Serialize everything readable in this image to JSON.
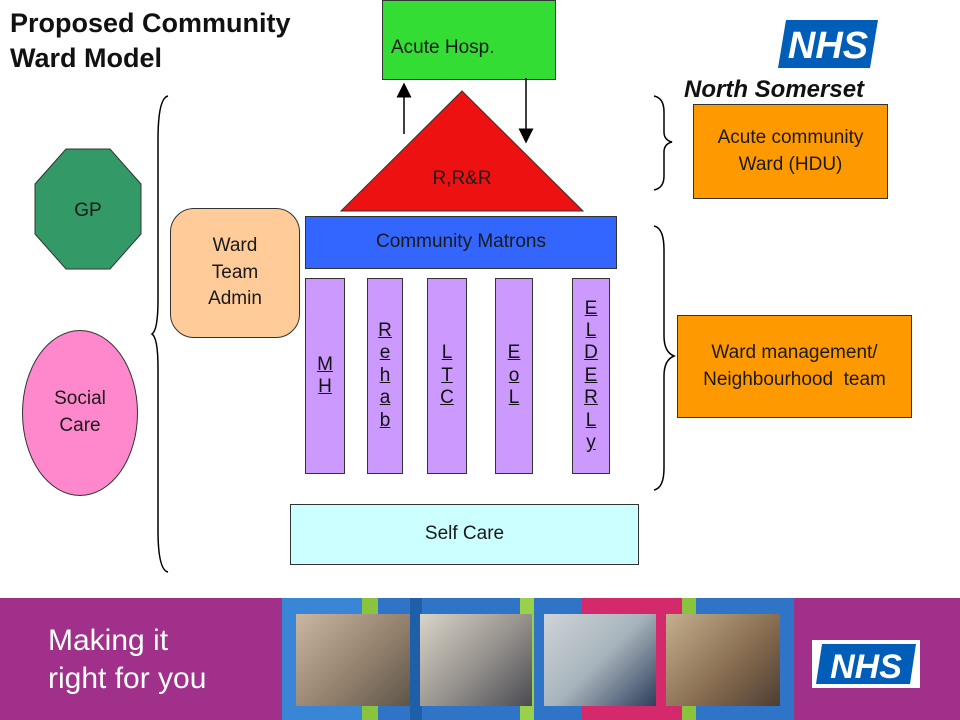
{
  "title": {
    "line1": "Proposed Community",
    "line2": "Ward Model"
  },
  "logo": {
    "nhs": "NHS",
    "org": "North Somerset"
  },
  "left": {
    "gp": "GP",
    "social_line1": "Social",
    "social_line2": "Care"
  },
  "admin": {
    "line1": "Ward",
    "line2": "Team",
    "line3": "Admin"
  },
  "acute_hosp": "Acute Hosp.",
  "triangle": "R,R&R",
  "matrons": "Community Matrons",
  "pillars": {
    "mh": [
      "M",
      "H"
    ],
    "rehab": [
      "R",
      "e",
      "h",
      "a",
      "b"
    ],
    "ltc": [
      "L",
      "T",
      "C"
    ],
    "eol": [
      "E",
      "o",
      "L"
    ],
    "elderly": [
      "E",
      "L",
      "D",
      "E",
      "R",
      "L",
      "y"
    ]
  },
  "self_care": "Self Care",
  "right": {
    "acute_ward_line1": "Acute community",
    "acute_ward_line2": "Ward (HDU)",
    "ward_mgmt_line1": "Ward management/",
    "ward_mgmt_line2": "Neighbourhood  team"
  },
  "banner": {
    "line1": "Making it",
    "line2": "right for you",
    "nhs": "NHS"
  },
  "colors": {
    "acute_hosp": "#33dd33",
    "triangle": "#ee1111",
    "matrons": "#3366ff",
    "pillar": "#cc99ff",
    "self_care": "#ccffff",
    "orange": "#ff9900",
    "admin": "#ffcc99",
    "gp": "#339966",
    "social": "#ff88cc",
    "nhs_blue": "#005eb8",
    "banner_purple": "#a0308a"
  }
}
